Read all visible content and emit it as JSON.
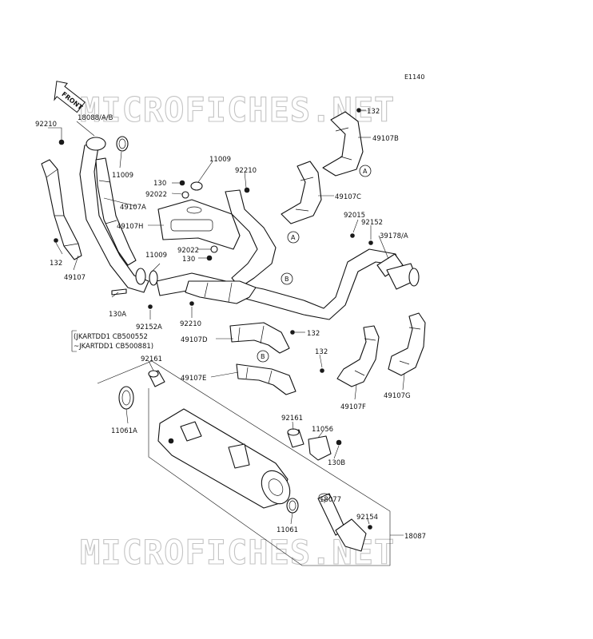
{
  "figure_id": "E1140",
  "watermark": "MICROFICHES.NET",
  "front_label": "FRONT",
  "serial_note": [
    "(JKARTDD1 CB500552",
    "~JKARTDD1 CB500881)"
  ],
  "labels": {
    "p92210_a": "92210",
    "p18088": "18088/A/B",
    "p11009_a": "11009",
    "p49107A": "49107A",
    "p49107H": "49107H",
    "p132_a": "132",
    "p49107": "49107",
    "p130_a": "130",
    "p92022_a": "92022",
    "p11009_b": "11009",
    "p92210_b": "92210",
    "p11009_c": "11009",
    "p92022_b": "92022",
    "p130_b": "130",
    "p130A": "130A",
    "p92152A": "92152A",
    "p92210_c": "92210",
    "p132_b": "132",
    "p49107B": "49107B",
    "p49107C": "49107C",
    "p92015": "92015",
    "p92152": "92152",
    "p39178A": "39178/A",
    "p132_c": "132",
    "p49107D": "49107D",
    "p132_d": "132",
    "p92161_a": "92161",
    "p49107E": "49107E",
    "p49107F": "49107F",
    "p49107G": "49107G",
    "p11061A": "11061A",
    "p92161_b": "92161",
    "p11056": "11056",
    "p130B": "130B",
    "p18077": "18077",
    "p92154": "92154",
    "p18087": "18087",
    "p11061": "11061"
  },
  "callouts": {
    "a1": "A",
    "a2": "A",
    "b1": "B",
    "b2": "B"
  }
}
